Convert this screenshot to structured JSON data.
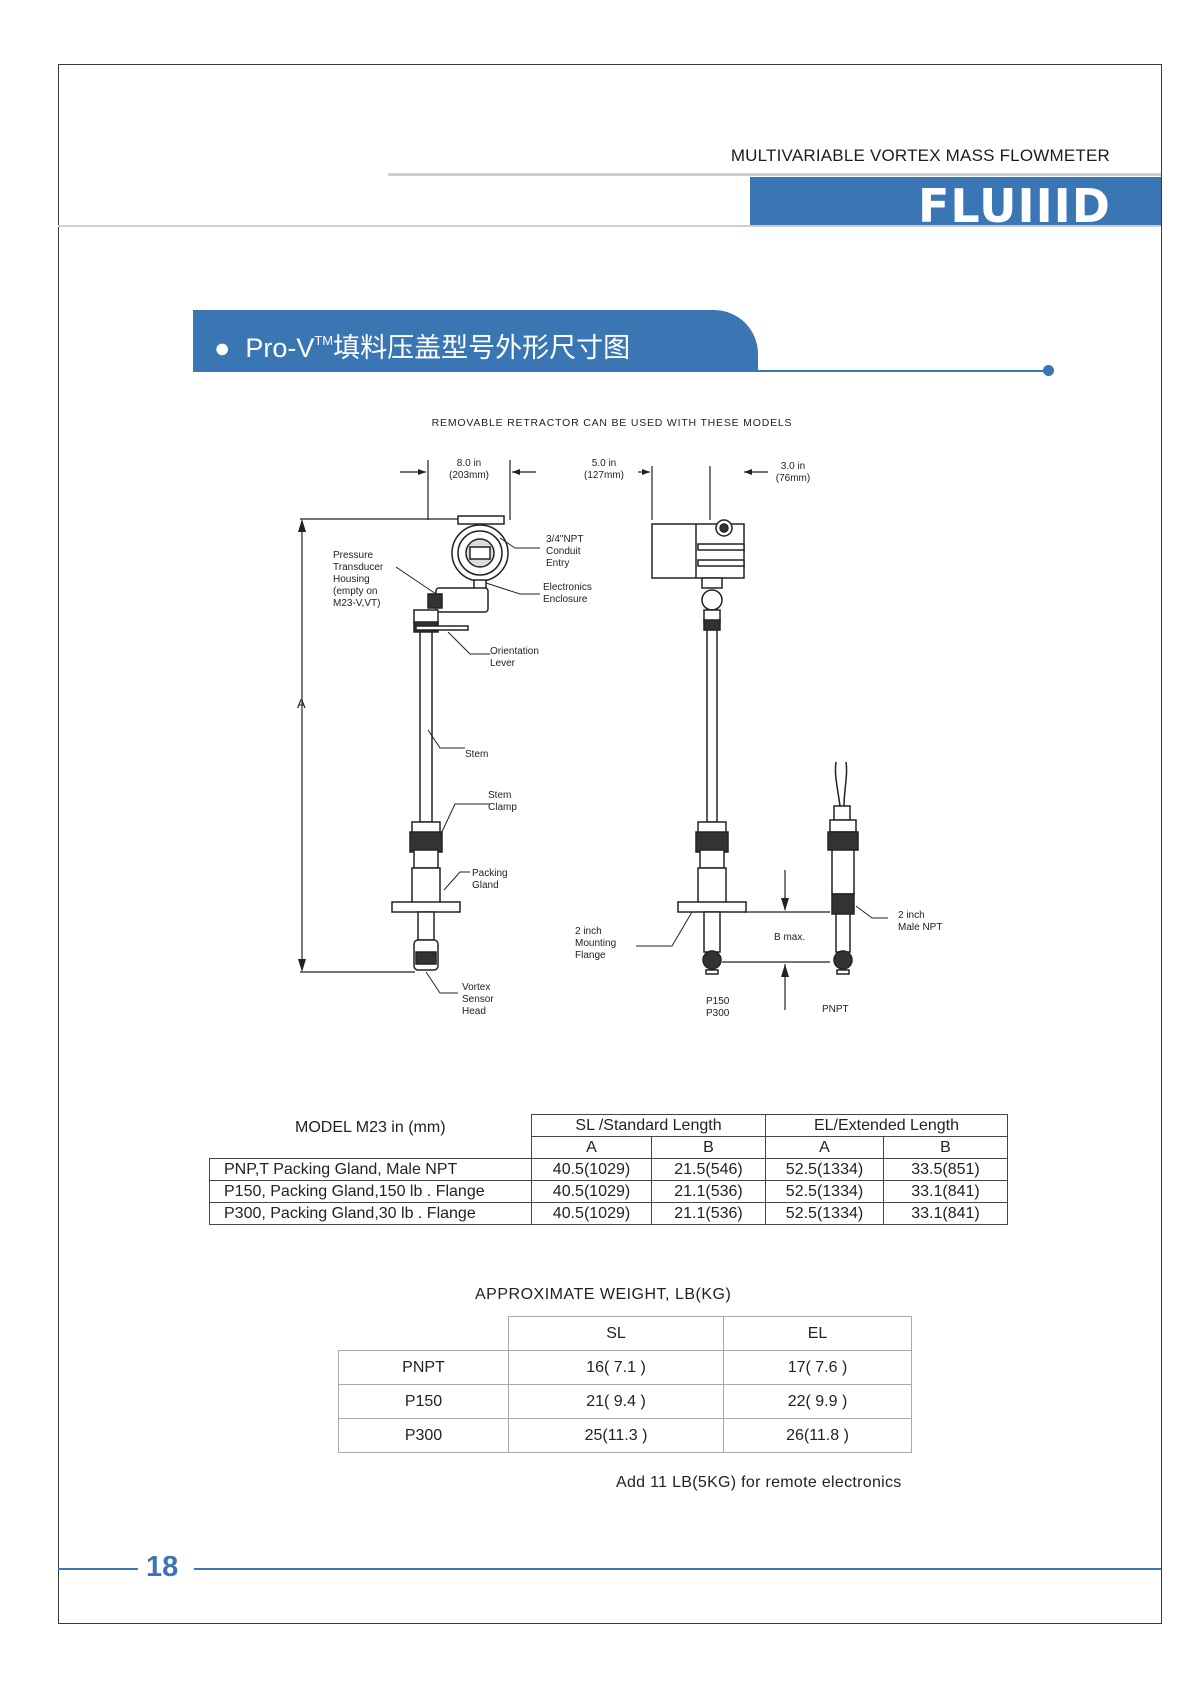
{
  "header": {
    "title": "MULTIVARIABLE VORTEX MASS FLOWMETER",
    "logo": "FLUIIID",
    "brand_color": "#3b76b4"
  },
  "section": {
    "prefix": "Pro-V",
    "tm": "TM",
    "title": "填料压盖型号外形尺寸图"
  },
  "diagram": {
    "caption": "REMOVABLE RETRACTOR CAN BE USED WITH THESE MODELS",
    "dims": {
      "d1_in": "8.0 in",
      "d1_mm": "(203mm)",
      "d2_in": "5.0 in",
      "d2_mm": "(127mm)",
      "d3_in": "3.0 in",
      "d3_mm": "(76mm)",
      "a": "A",
      "bmax": "B max."
    },
    "labels": {
      "pressure": [
        "Pressure",
        "Transducer",
        "Housing",
        "(empty on",
        "M23-V,VT)"
      ],
      "npt": [
        "3/4\"NPT",
        "Conduit",
        "Entry"
      ],
      "electronics": [
        "Electronics",
        "Enclosure"
      ],
      "orientation": [
        "Orientation",
        "Lever"
      ],
      "stem": "Stem",
      "stem_clamp": [
        "Stem",
        "Clamp"
      ],
      "packing": [
        "Packing",
        "Gland"
      ],
      "vortex": [
        "Vortex",
        "Sensor",
        "Head"
      ],
      "mounting": [
        "2 inch",
        "Mounting",
        "Flange"
      ],
      "male_npt": [
        "2 inch",
        "Male NPT"
      ],
      "p150": "P150",
      "p300": "P300",
      "pnpt": "PNPT"
    }
  },
  "dimension_table": {
    "model": "MODEL  M23  in  (mm)",
    "sl_header": "SL /Standard Length",
    "el_header": "EL/Extended Length",
    "sub": [
      "A",
      "B",
      "A",
      "B"
    ],
    "rows": [
      {
        "name": "PNP,T Packing Gland,  Male NPT",
        "values": [
          "40.5(1029)",
          "21.5(546)",
          "52.5(1334)",
          "33.5(851)"
        ]
      },
      {
        "name": "P150, Packing Gland,150  lb . Flange",
        "values": [
          "40.5(1029)",
          "21.1(536)",
          "52.5(1334)",
          "33.1(841)"
        ]
      },
      {
        "name": "P300, Packing Gland,30 lb . Flange",
        "values": [
          "40.5(1029)",
          "21.1(536)",
          "52.5(1334)",
          "33.1(841)"
        ]
      }
    ]
  },
  "weight_table": {
    "title": "APPROXIMATE  WEIGHT,  LB(KG)",
    "headers": [
      "SL",
      "EL"
    ],
    "rows": [
      {
        "name": "PNPT",
        "values": [
          "16( 7.1 )",
          "17( 7.6 )"
        ]
      },
      {
        "name": "P150",
        "values": [
          "21( 9.4 )",
          "22( 9.9 )"
        ]
      },
      {
        "name": "P300",
        "values": [
          "25(11.3 )",
          "26(11.8 )"
        ]
      }
    ]
  },
  "note": "Add  11  LB(5KG) for remote electronics",
  "page_number": "18"
}
